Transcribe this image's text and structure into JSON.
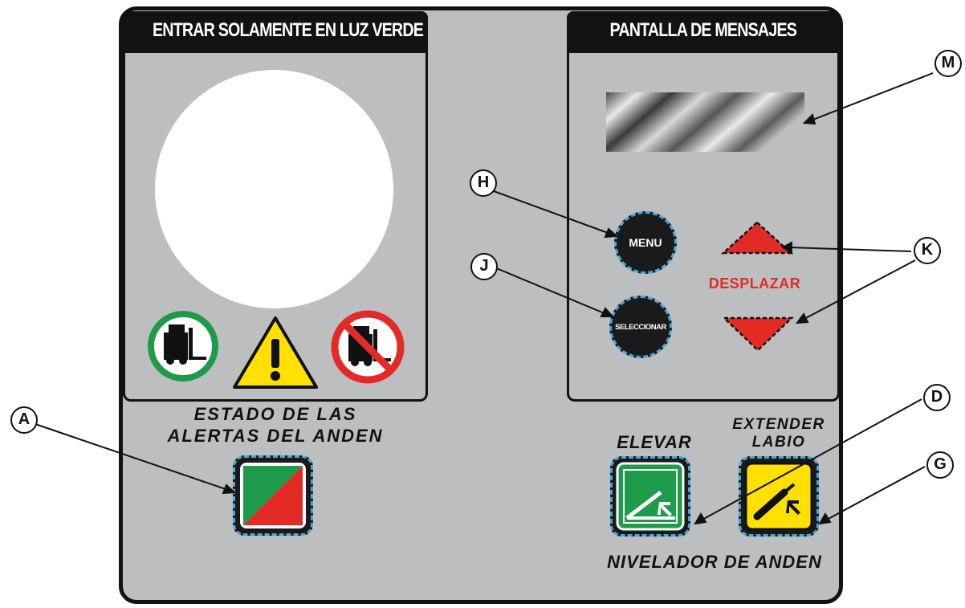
{
  "left_panel": {
    "header": "ENTRAR SOLAMENTE EN LUZ VERDE"
  },
  "right_panel": {
    "header": "PANTALLA DE MENSAJES"
  },
  "buttons": {
    "menu": "MENU",
    "select": "SELECCIONAR",
    "scroll_label": "DESPLAZAR"
  },
  "labels": {
    "status_line1": "ESTADO DE LAS",
    "status_line2": "ALERTAS DEL ANDEN",
    "raise": "ELEVAR",
    "extend_line1": "EXTENDER",
    "extend_line2": "LABIO",
    "leveler": "NIVELADOR DE ANDEN"
  },
  "callouts": {
    "a": "A",
    "d": "D",
    "g": "G",
    "h": "H",
    "j": "J",
    "k": "K",
    "m": "M"
  },
  "colors": {
    "green": "#1e9b4a",
    "red": "#e32b26",
    "yellow": "#ffe000",
    "blue_dash": "#4aa6d8"
  }
}
